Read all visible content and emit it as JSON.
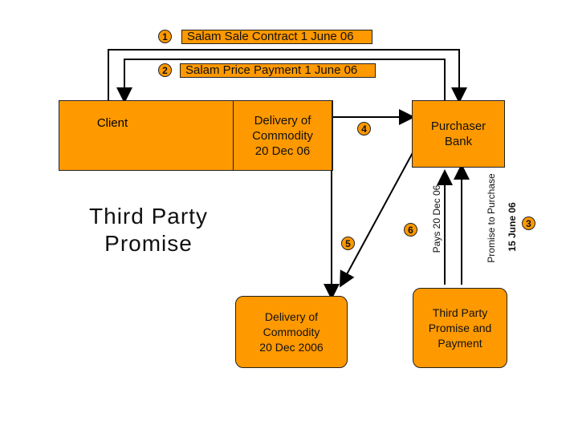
{
  "diagram": {
    "step1": {
      "number": "1",
      "label": "Salam Sale Contract 1 June 06"
    },
    "step2": {
      "number": "2",
      "label": "Salam Price Payment 1 June 06"
    },
    "client_box": "Client",
    "delivery_commodity_top": "Delivery of\nCommodity\n20 Dec 06",
    "purchaser_bank": "Purchaser\nBank",
    "step4": "4",
    "third_party_promise": "Third Party\nPromise",
    "step5": "5",
    "step6": "6",
    "pays_label": "Pays 20 Dec 06",
    "promise_to_purchase": "Promise to Purchase",
    "date_15_june": "15 June 06",
    "step3": "3",
    "delivery_commodity_bottom": "Delivery of\nCommodity\n20 Dec 2006",
    "third_party_payment": "Third Party\nPromise and\nPayment"
  },
  "colors": {
    "box_fill": "#ff9900",
    "line": "#000000",
    "background": "#ffffff"
  }
}
